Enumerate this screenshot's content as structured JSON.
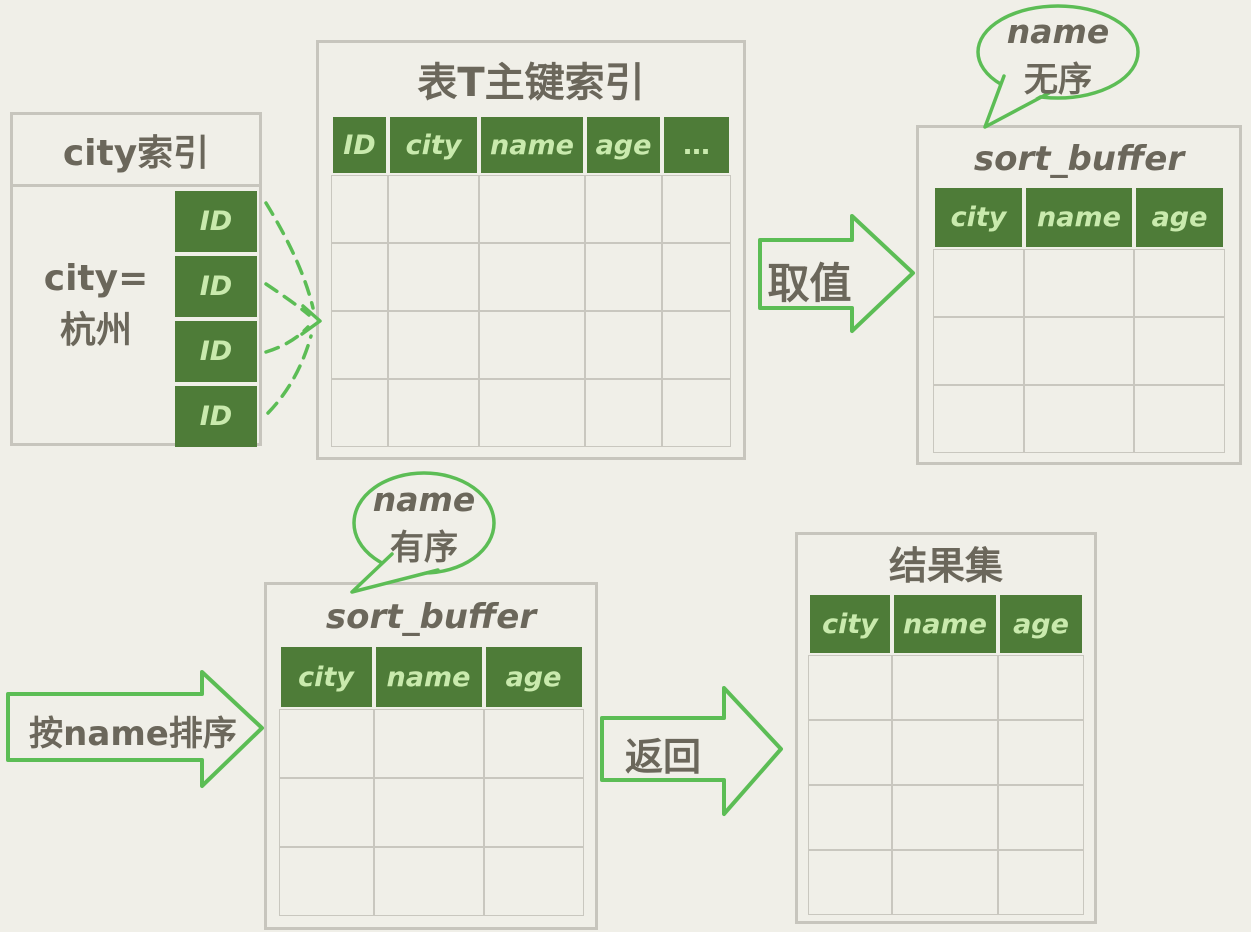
{
  "palette": {
    "background": "#f0efe8",
    "table_border": "#c7c5bd",
    "header_fill": "#4e7c38",
    "header_text": "#c9eaad",
    "accent_green": "#5cbd55",
    "text_dark": "#6b675b"
  },
  "tables": {
    "city_index": {
      "title": "city索引",
      "filter_line1": "city=",
      "filter_line2": "杭州",
      "id_cells": [
        "ID",
        "ID",
        "ID",
        "ID"
      ]
    },
    "primary_key_index": {
      "title": "表T主键索引",
      "columns": [
        "ID",
        "city",
        "name",
        "age",
        "…"
      ],
      "empty_rows": 4
    },
    "sort_buffer_top": {
      "title": "sort_buffer",
      "columns": [
        "city",
        "name",
        "age"
      ],
      "empty_rows": 3
    },
    "sort_buffer_bottom": {
      "title": "sort_buffer",
      "columns": [
        "city",
        "name",
        "age"
      ],
      "empty_rows": 3
    },
    "result_set": {
      "title": "结果集",
      "columns": [
        "city",
        "name",
        "age"
      ],
      "empty_rows": 4
    }
  },
  "bubbles": {
    "top": {
      "line1": "name",
      "line2": "无序"
    },
    "bottom": {
      "line1": "name",
      "line2": "有序"
    }
  },
  "arrows": {
    "fetch_values": {
      "label": "取值"
    },
    "sort_by_name": {
      "label": "按name排序"
    },
    "return_results": {
      "label": "返回"
    }
  }
}
